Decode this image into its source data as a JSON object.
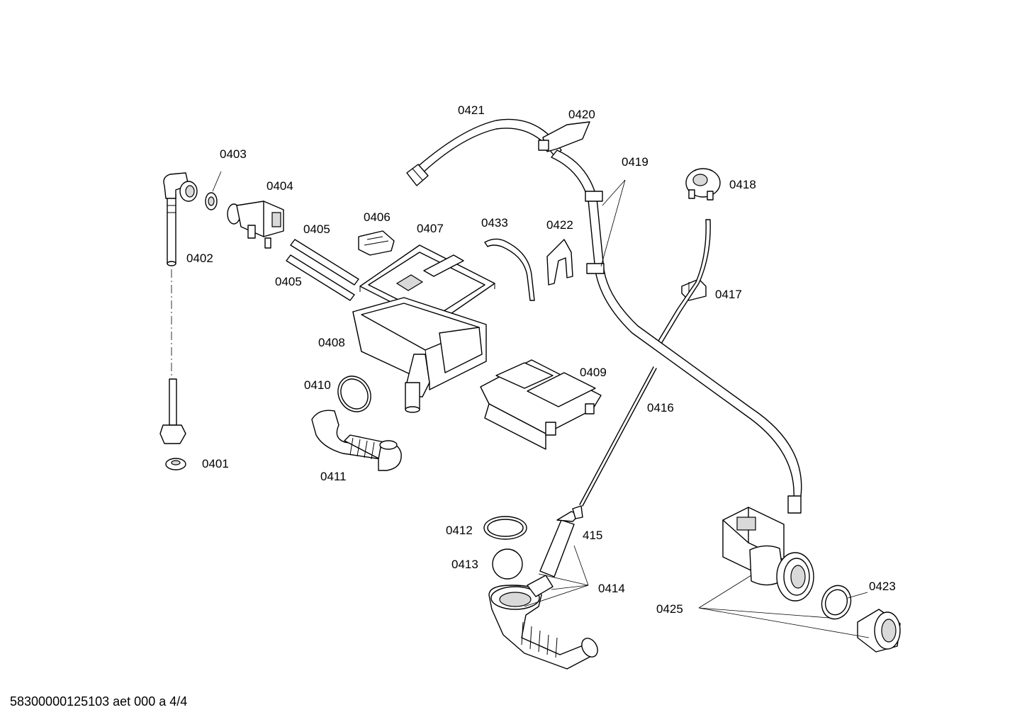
{
  "diagram": {
    "labels": {
      "l0401": "0401",
      "l0402": "0402",
      "l0403": "0403",
      "l0404": "0404",
      "l0405a": "0405",
      "l0405b": "0405",
      "l0406": "0406",
      "l0407": "0407",
      "l0408": "0408",
      "l0409": "0409",
      "l0410": "0410",
      "l0411": "0411",
      "l0412": "0412",
      "l0413": "0413",
      "l0414": "0414",
      "l415": "415",
      "l0416": "0416",
      "l0417": "0417",
      "l0418": "0418",
      "l0419": "0419",
      "l0420": "0420",
      "l0421": "0421",
      "l0422": "0422",
      "l0423": "0423",
      "l0425": "0425",
      "l0433": "0433"
    },
    "footer": "58300000125103 aet 000 a 4/4"
  }
}
